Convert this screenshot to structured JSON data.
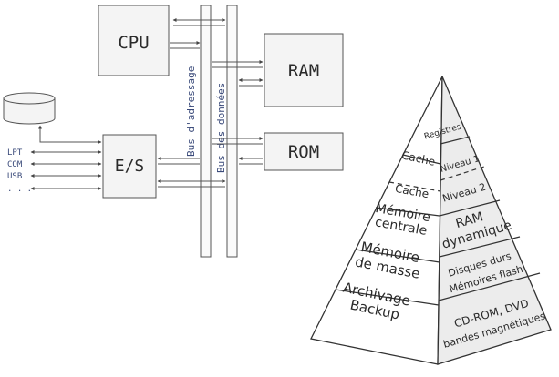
{
  "architecture": {
    "cpu_label": "CPU",
    "ram_label": "RAM",
    "rom_label": "ROM",
    "io_label": "E/S",
    "address_bus_label": "Bus d'adressage",
    "data_bus_label": "Bus des données",
    "ports": [
      "LPT",
      "COM",
      "USB",
      ". . ."
    ]
  },
  "pyramid": {
    "left": {
      "cache_1": "Cache",
      "cache_2": "Cache",
      "central_1": "Mémoire",
      "central_2": "centrale",
      "mass_1": "Mémoire",
      "mass_2": "de masse",
      "archive_1": "Archivage",
      "archive_2": "Backup"
    },
    "right": {
      "registers": "Registres",
      "level1": "Niveau 1",
      "level2": "Niveau 2",
      "ram_1": "RAM",
      "ram_2": "dynamique",
      "disks_1": "Disques durs",
      "disks_2": "Mémoires flash",
      "media_1": "CD-ROM, DVD",
      "media_2": "bandes magnétiques"
    }
  },
  "colors": {
    "box_fill": "#f4f4f4",
    "pyramid_left": "#ffffff",
    "pyramid_right": "#ececec",
    "text": "#2a2a2a",
    "bus_text": "#3a4a7a",
    "port_text": "#3a4a7a"
  }
}
